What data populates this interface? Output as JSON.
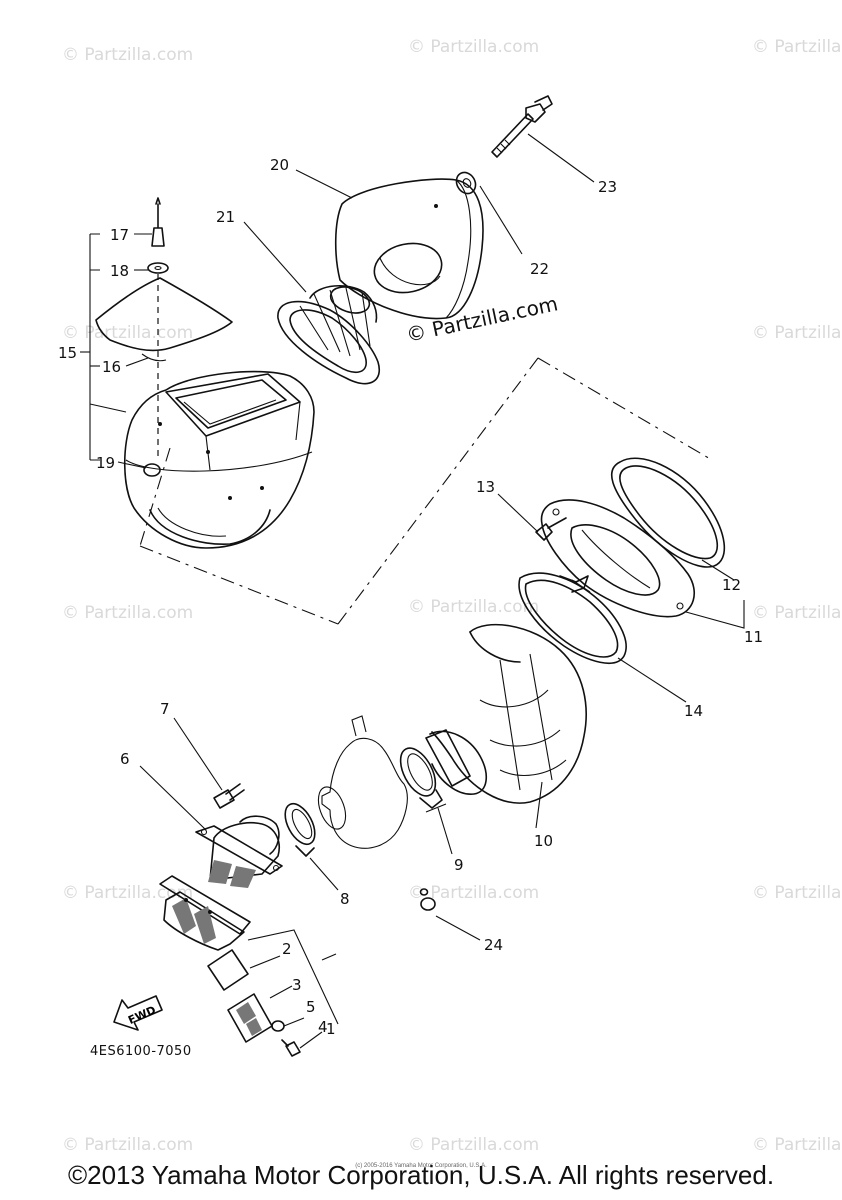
{
  "watermark": {
    "small": "© Partzilla.com",
    "main": "© Partzilla.com"
  },
  "callouts": {
    "p1": "1",
    "p2": "2",
    "p3": "3",
    "p4": "4",
    "p5": "5",
    "p6": "6",
    "p7": "7",
    "p8": "8",
    "p9": "9",
    "p10": "10",
    "p11": "11",
    "p12": "12",
    "p13": "13",
    "p14": "14",
    "p15": "15",
    "p16": "16",
    "p17": "17",
    "p18": "18",
    "p19": "19",
    "p20": "20",
    "p21": "21",
    "p22": "22",
    "p23": "23",
    "p24": "24"
  },
  "fwd_label": "FWD",
  "diagram_code": "4ES6100-7050",
  "tiny_copyright": "(c) 2005-2016 Yamaha Motor Corporation, U.S.A.",
  "footer": "©2013 Yamaha Motor Corporation, U.S.A. All rights reserved."
}
